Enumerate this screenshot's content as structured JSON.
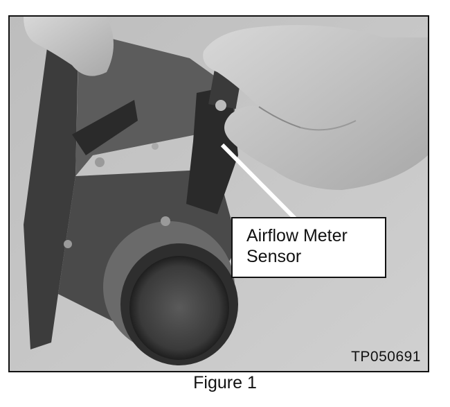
{
  "figure": {
    "photo_description": "Grayscale photo of hands removing an airflow meter sensor from an air intake duct",
    "callout": {
      "line1": "Airflow Meter",
      "line2": "Sensor"
    },
    "photo_code": "TP050691",
    "caption": "Figure 1"
  },
  "colors": {
    "frame_border": "#111111",
    "callout_bg": "#ffffff",
    "callout_line": "#ffffff",
    "text": "#111111"
  }
}
